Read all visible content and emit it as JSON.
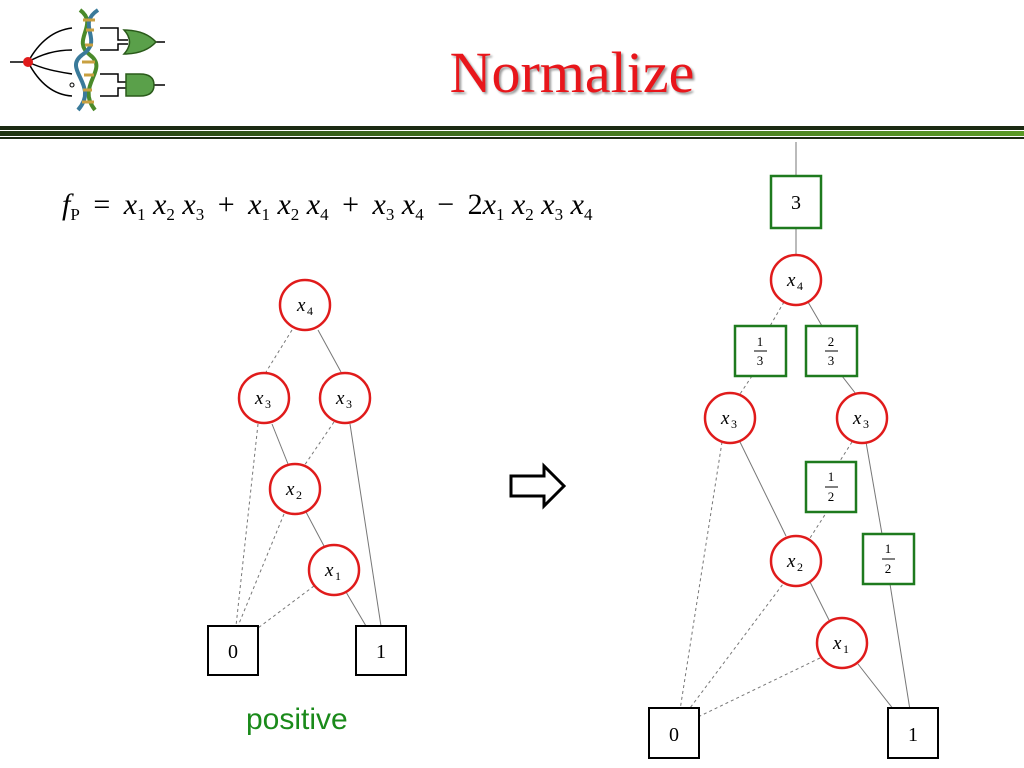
{
  "title": "Normalize",
  "formula": {
    "lhs": "f",
    "lhs_sub": "P",
    "equals": "=",
    "terms": [
      {
        "sign": "",
        "coef": "",
        "vars": [
          [
            "x",
            "1"
          ],
          [
            "x",
            "2"
          ],
          [
            "x",
            "3"
          ]
        ]
      },
      {
        "sign": "+",
        "coef": "",
        "vars": [
          [
            "x",
            "1"
          ],
          [
            "x",
            "2"
          ],
          [
            "x",
            "4"
          ]
        ]
      },
      {
        "sign": "+",
        "coef": "",
        "vars": [
          [
            "x",
            "3"
          ],
          [
            "x",
            "4"
          ]
        ]
      },
      {
        "sign": "−",
        "coef": "2",
        "vars": [
          [
            "x",
            "1"
          ],
          [
            "x",
            "2"
          ],
          [
            "x",
            "3"
          ],
          [
            "x",
            "4"
          ]
        ]
      }
    ]
  },
  "left_diagram": {
    "nodes": {
      "x4": {
        "var": "x",
        "sub": "4"
      },
      "x3a": {
        "var": "x",
        "sub": "3"
      },
      "x3b": {
        "var": "x",
        "sub": "3"
      },
      "x2": {
        "var": "x",
        "sub": "2"
      },
      "x1": {
        "var": "x",
        "sub": "1"
      }
    },
    "terminals": {
      "zero": "0",
      "one": "1"
    },
    "caption": "positive"
  },
  "arrow": "implies-arrow",
  "right_diagram": {
    "nodes": {
      "x4": {
        "var": "x",
        "sub": "4"
      },
      "x3a": {
        "var": "x",
        "sub": "3"
      },
      "x3b": {
        "var": "x",
        "sub": "3"
      },
      "x2": {
        "var": "x",
        "sub": "2"
      },
      "x1": {
        "var": "x",
        "sub": "1"
      }
    },
    "weights": {
      "top": "3",
      "w13": {
        "num": "1",
        "den": "3"
      },
      "w23": {
        "num": "2",
        "den": "3"
      },
      "w12a": {
        "num": "1",
        "den": "2"
      },
      "w12b": {
        "num": "1",
        "den": "2"
      }
    },
    "terminals": {
      "zero": "0",
      "one": "1"
    }
  },
  "colors": {
    "title": "#e8161b",
    "node_stroke": "#e01b1b",
    "weight_stroke": "#1e7a1e",
    "caption": "#1a8a1a",
    "rule_green": "#3c6a1c"
  }
}
